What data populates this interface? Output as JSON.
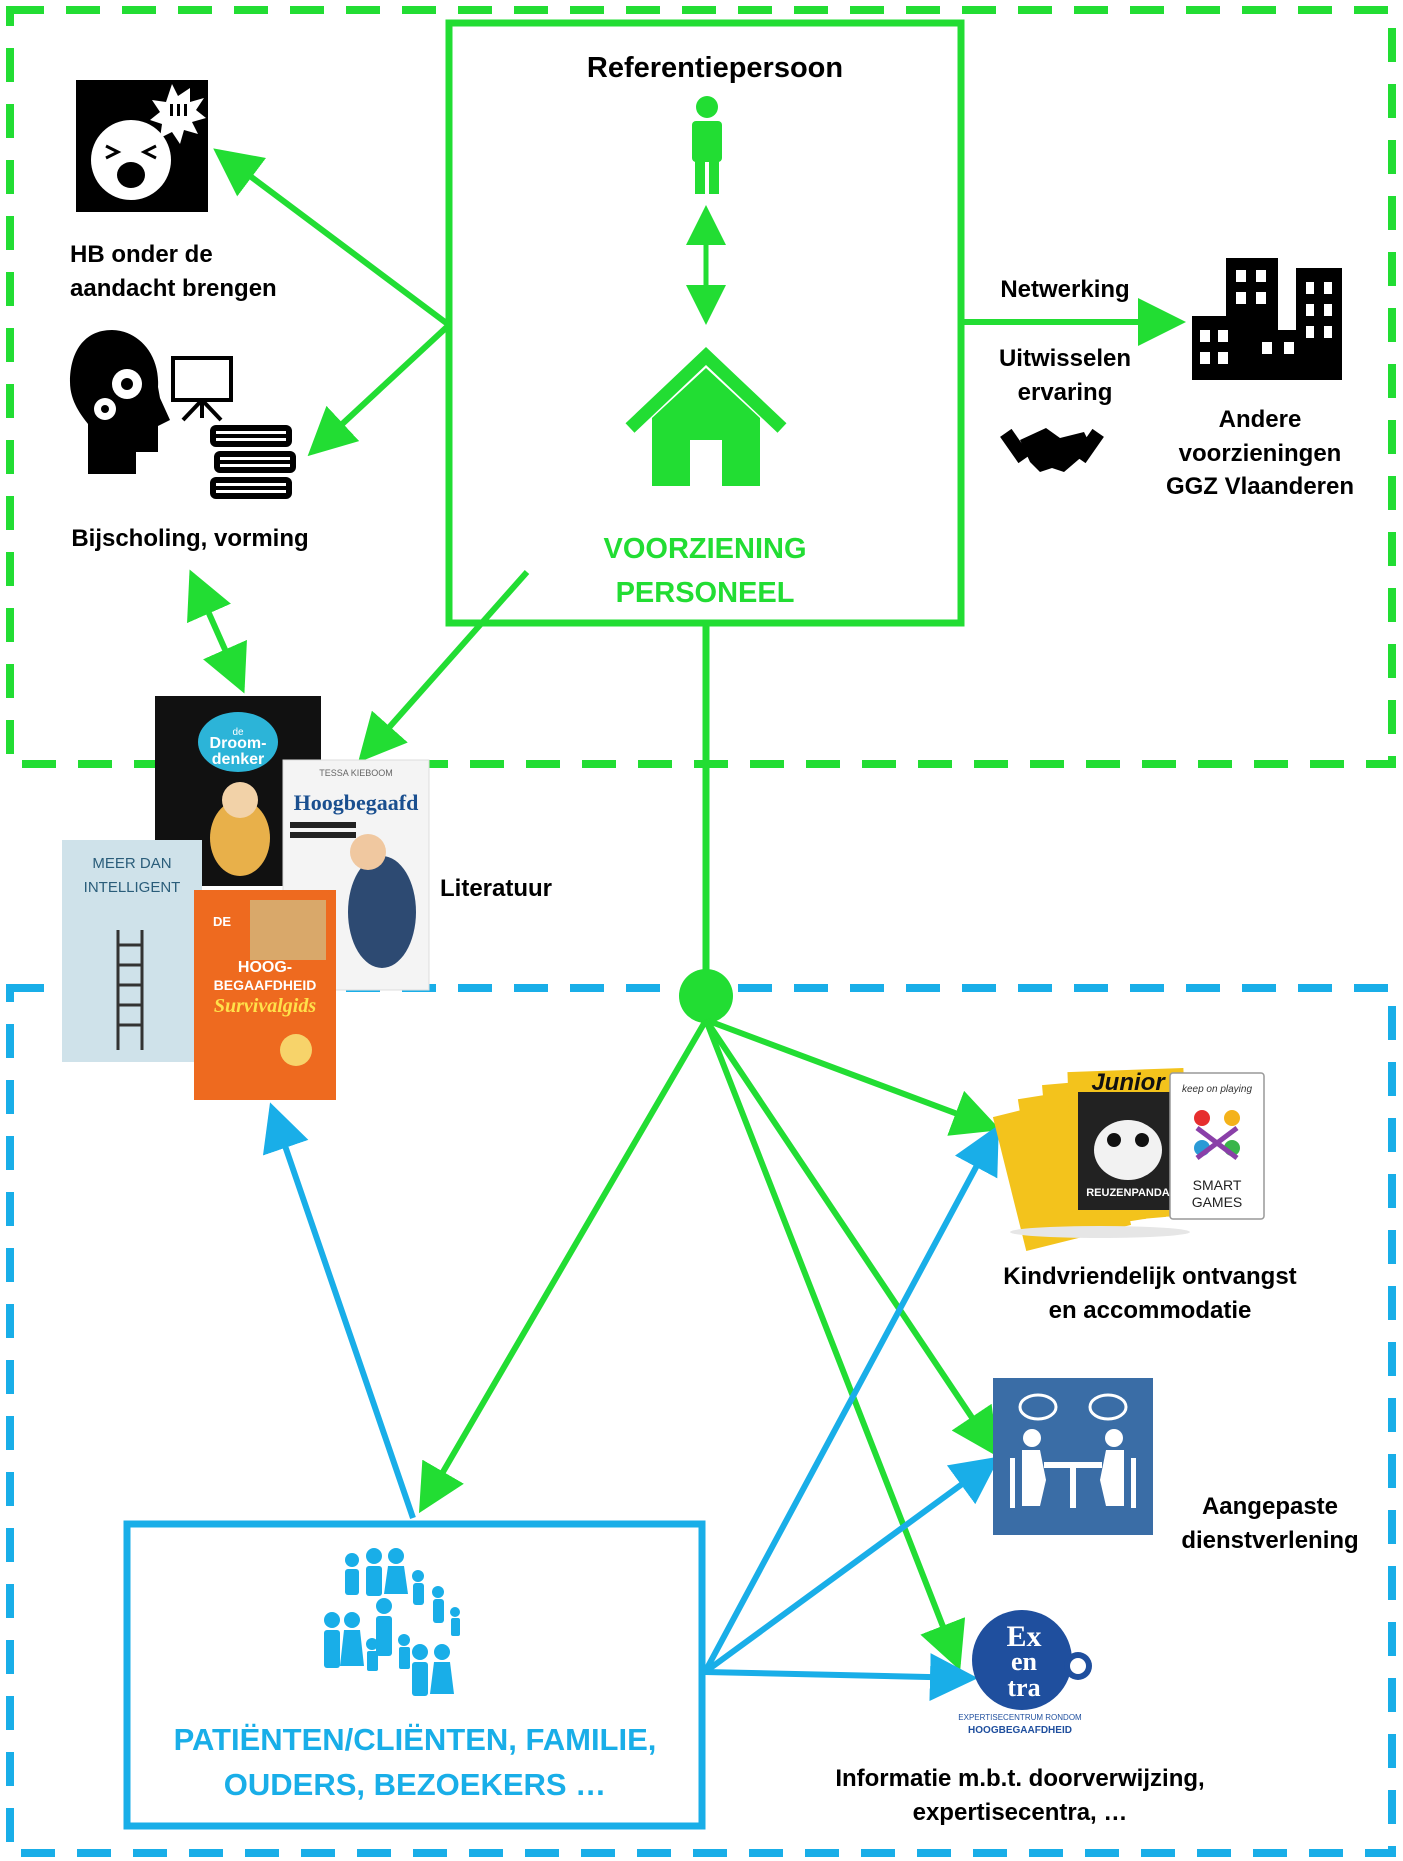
{
  "colors": {
    "green": "#22dd33",
    "blue": "#19aee8",
    "black": "#000000",
    "slate": "#3a6da6"
  },
  "top": {
    "referentiepersoon": "Referentiepersoon",
    "voorziening_line1": "VOORZIENING",
    "voorziening_line2": "PERSONEEL",
    "hb_line1": "HB onder de",
    "hb_line2": "aandacht brengen",
    "bijscholing": "Bijscholing, vorming",
    "netwerking": "Netwerking",
    "uitwisselen_line1": "Uitwisselen",
    "uitwisselen_line2": "ervaring",
    "andere_line1": "Andere",
    "andere_line2": "voorzieningen",
    "andere_line3": "GGZ Vlaanderen"
  },
  "literature": {
    "label": "Literatuur",
    "book1_line1": "de",
    "book1_line2": "Droom-",
    "book1_line3": "denker",
    "book2_author": "TESSA KIEBOOM",
    "book2_title": "Hoogbegaafd",
    "book3_line1": "MEER DAN",
    "book3_line2": "INTELLIGENT",
    "book4_line1": "DE",
    "book4_line2": "HOOG-",
    "book4_line3": "BEGAAFDHEID",
    "book4_line4": "Survivalgids"
  },
  "right": {
    "kind_line1": "Kindvriendelijk ontvangst",
    "kind_line2": "en accommodatie",
    "magazine": "Junior",
    "magazine_sub": "REUZENPANDA",
    "smart_top": "keep on playing",
    "smart_line1": "SMART",
    "smart_line2": "GAMES",
    "aangepaste_line1": "Aangepaste",
    "aangepaste_line2": "dienstverlening",
    "exentra_line1": "Ex",
    "exentra_line2": "en",
    "exentra_line3": "tra",
    "exentra_sub1": "EXPERTISECENTRUM RONDOM",
    "exentra_sub2": "HOOGBEGAAFDHEID",
    "info_line1": "Informatie m.b.t. doorverwijzing,",
    "info_line2": "expertisecentra, …"
  },
  "bottom": {
    "line1": "PATIËNTEN/CLIËNTEN, FAMILIE,",
    "line2": "OUDERS, BEZOEKERS …"
  }
}
